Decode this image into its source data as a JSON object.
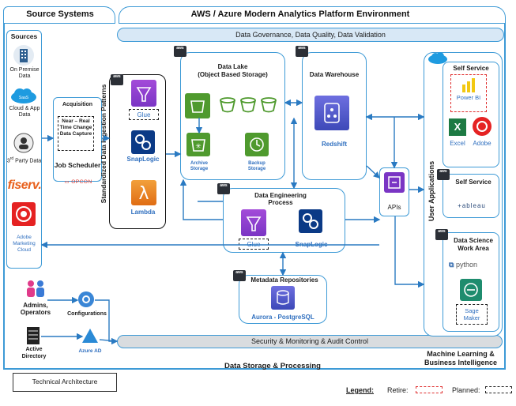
{
  "headers": {
    "source_systems": "Source Systems",
    "platform": "AWS / Azure Modern Analytics Platform Environment",
    "governance": "Data Governance, Data Quality, Data Validation",
    "security": "Security & Monitoring & Audit Control",
    "storage_processing": "Data Storage & Processing",
    "ml_bi": "Machine Learning & Business Intelligence",
    "user_apps": "User Applications",
    "tech_arch": "Technical Architecture"
  },
  "sources": {
    "title": "Sources",
    "items": [
      "On Premise Data",
      "Cloud & App Data",
      "3rd Party Data",
      "fiserv.",
      "Adobe Marketing Cloud"
    ],
    "third_party_sup": "rd"
  },
  "acquisition": {
    "title": "Acquisition",
    "capture": "Near – Real Time Change Data Capture",
    "scheduler": "Job Scheduler",
    "opcon": "OPCON"
  },
  "ingestion": {
    "title": "Standardized Data Ingestion Patterns",
    "items": [
      "Glue",
      "SnapLogic",
      "Lambda"
    ]
  },
  "data_lake": {
    "title": "Data Lake",
    "subtitle": "(Object Based Storage)",
    "archive": "Archive Storage",
    "backup": "Backup Storage"
  },
  "warehouse": {
    "title": "Data Warehouse",
    "item": "Redshift"
  },
  "engineering": {
    "title": "Data Engineering Process",
    "items": [
      "Glue",
      "SnapLogic"
    ]
  },
  "metadata": {
    "title": "Metadata Repositories",
    "item": "Aurora - PostgreSQL"
  },
  "apis": "APIs",
  "identity": {
    "admins": "Admins, Operators",
    "configurations": "Configurations",
    "active_directory": "Active Directory",
    "azure_ad": "Azure AD"
  },
  "self_service_1": {
    "title": "Self Service",
    "items": [
      "Power BI",
      "Excel",
      "Adobe"
    ]
  },
  "self_service_2": {
    "title": "Self Service",
    "item": "+ableau"
  },
  "data_science": {
    "title": "Data Science Work Area",
    "items": [
      "python",
      "Sage Maker"
    ]
  },
  "legend": {
    "title": "Legend:",
    "retire": "Retire:",
    "planned": "Planned:"
  },
  "aws_badge": "aws",
  "colors": {
    "accent_blue": "#3d9ad6",
    "band": "#d8e8f6",
    "aws_orange": "#e8892b",
    "aws_green": "#4f9a2e",
    "aws_purple": "#8a3ed1",
    "retire_red": "#e03030"
  }
}
